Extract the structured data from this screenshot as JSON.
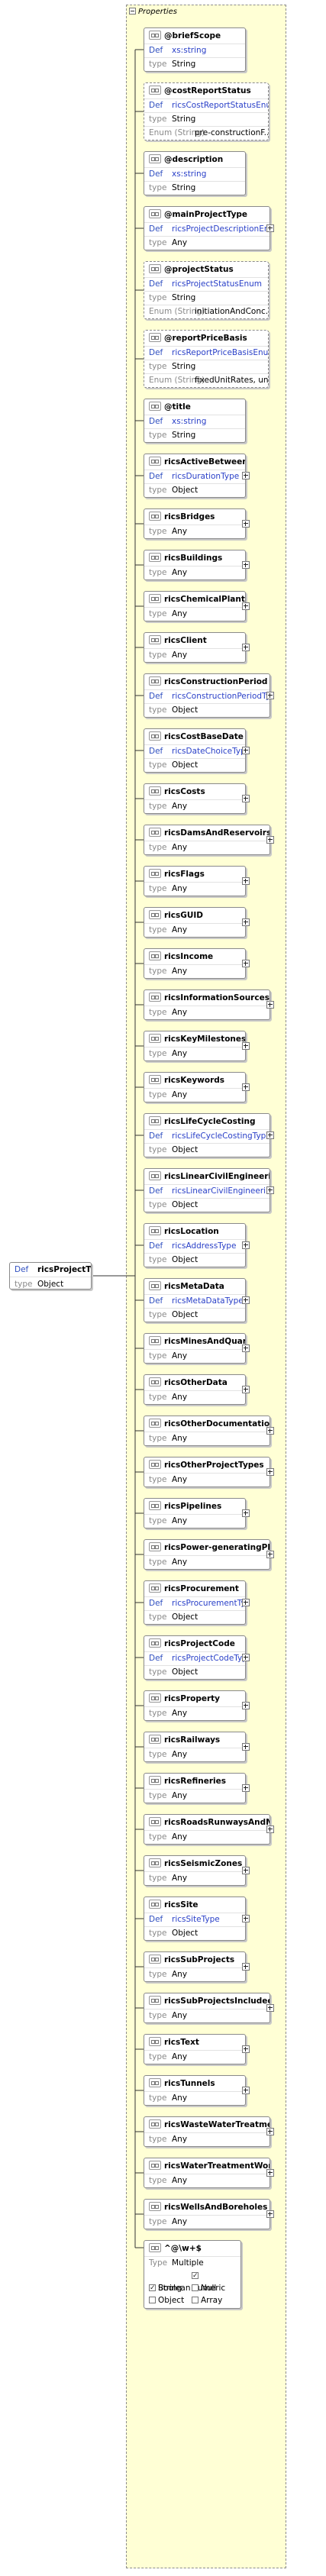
{
  "panel_title": "Properties",
  "root": {
    "def_label": "Def",
    "name": "ricsProjectType",
    "type_label": "type",
    "type_value": "Object"
  },
  "cards": [
    {
      "title": "@briefScope",
      "rows": [
        [
          "Def",
          "xs:string",
          "def"
        ],
        [
          "type",
          "String",
          ""
        ]
      ]
    },
    {
      "title": "@costReportStatus",
      "rows": [
        [
          "Def",
          "ricsCostReportStatusEnum",
          "def"
        ],
        [
          "type",
          "String",
          ""
        ],
        [
          "Enum (String)",
          "pre-constructionF...",
          ""
        ]
      ],
      "dashed": true
    },
    {
      "title": "@description",
      "rows": [
        [
          "Def",
          "xs:string",
          "def"
        ],
        [
          "type",
          "String",
          ""
        ]
      ]
    },
    {
      "title": "@mainProjectType",
      "rows": [
        [
          "Def",
          "ricsProjectDescriptionEnum",
          "def"
        ],
        [
          "type",
          "Any",
          ""
        ]
      ],
      "expand": true
    },
    {
      "title": "@projectStatus",
      "rows": [
        [
          "Def",
          "ricsProjectStatusEnum",
          "def"
        ],
        [
          "type",
          "String",
          ""
        ],
        [
          "Enum (String)",
          "initiationAndConc...",
          ""
        ]
      ],
      "dashed": true
    },
    {
      "title": "@reportPriceBasis",
      "rows": [
        [
          "Def",
          "ricsReportPriceBasisEnum",
          "def"
        ],
        [
          "type",
          "String",
          ""
        ],
        [
          "Enum (String)",
          "fixedUnitRates, uni...",
          ""
        ]
      ],
      "dashed": true
    },
    {
      "title": "@title",
      "rows": [
        [
          "Def",
          "xs:string",
          "def"
        ],
        [
          "type",
          "String",
          ""
        ]
      ]
    },
    {
      "title": "ricsActiveBetween",
      "rows": [
        [
          "Def",
          "ricsDurationType",
          "def"
        ],
        [
          "type",
          "Object",
          ""
        ]
      ],
      "expand": true
    },
    {
      "title": "ricsBridges",
      "rows": [
        [
          "type",
          "Any",
          ""
        ]
      ],
      "expand": true
    },
    {
      "title": "ricsBuildings",
      "rows": [
        [
          "type",
          "Any",
          ""
        ]
      ],
      "expand": true
    },
    {
      "title": "ricsChemicalPlants",
      "rows": [
        [
          "type",
          "Any",
          ""
        ]
      ],
      "expand": true
    },
    {
      "title": "ricsClient",
      "rows": [
        [
          "type",
          "Any",
          ""
        ]
      ],
      "expand": true
    },
    {
      "title": "ricsConstructionPeriod",
      "rows": [
        [
          "Def",
          "ricsConstructionPeriodType",
          "def"
        ],
        [
          "type",
          "Object",
          ""
        ]
      ],
      "expand": true
    },
    {
      "title": "ricsCostBaseDate",
      "rows": [
        [
          "Def",
          "ricsDateChoiceType",
          "def"
        ],
        [
          "type",
          "Object",
          ""
        ]
      ],
      "expand": true
    },
    {
      "title": "ricsCosts",
      "rows": [
        [
          "type",
          "Any",
          ""
        ]
      ],
      "expand": true
    },
    {
      "title": "ricsDamsAndReservoirs",
      "rows": [
        [
          "type",
          "Any",
          ""
        ]
      ],
      "expand": true
    },
    {
      "title": "ricsFlags",
      "rows": [
        [
          "type",
          "Any",
          ""
        ]
      ],
      "expand": true
    },
    {
      "title": "ricsGUID",
      "rows": [
        [
          "type",
          "Any",
          ""
        ]
      ],
      "expand": true
    },
    {
      "title": "ricsIncome",
      "rows": [
        [
          "type",
          "Any",
          ""
        ]
      ],
      "expand": true
    },
    {
      "title": "ricsInformationSources",
      "rows": [
        [
          "type",
          "Any",
          ""
        ]
      ],
      "expand": true
    },
    {
      "title": "ricsKeyMilestones",
      "rows": [
        [
          "type",
          "Any",
          ""
        ]
      ],
      "expand": true
    },
    {
      "title": "ricsKeywords",
      "rows": [
        [
          "type",
          "Any",
          ""
        ]
      ],
      "expand": true
    },
    {
      "title": "ricsLifeCycleCosting",
      "rows": [
        [
          "Def",
          "ricsLifeCycleCostingType",
          "def"
        ],
        [
          "type",
          "Object",
          ""
        ]
      ],
      "expand": true
    },
    {
      "title": "ricsLinearCivilEngineeringW...",
      "rows": [
        [
          "Def",
          "ricsLinearCivilEngineeringW...",
          "def"
        ],
        [
          "type",
          "Object",
          ""
        ]
      ],
      "expand": true
    },
    {
      "title": "ricsLocation",
      "rows": [
        [
          "Def",
          "ricsAddressType",
          "def"
        ],
        [
          "type",
          "Object",
          ""
        ]
      ],
      "expand": true
    },
    {
      "title": "ricsMetaData",
      "rows": [
        [
          "Def",
          "ricsMetaDataType",
          "def"
        ],
        [
          "type",
          "Object",
          ""
        ]
      ],
      "expand": true
    },
    {
      "title": "ricsMinesAndQuarries",
      "rows": [
        [
          "type",
          "Any",
          ""
        ]
      ],
      "expand": true
    },
    {
      "title": "ricsOtherData",
      "rows": [
        [
          "type",
          "Any",
          ""
        ]
      ],
      "expand": true
    },
    {
      "title": "ricsOtherDocumentation",
      "rows": [
        [
          "type",
          "Any",
          ""
        ]
      ],
      "expand": true
    },
    {
      "title": "ricsOtherProjectTypes",
      "rows": [
        [
          "type",
          "Any",
          ""
        ]
      ],
      "expand": true
    },
    {
      "title": "ricsPipelines",
      "rows": [
        [
          "type",
          "Any",
          ""
        ]
      ],
      "expand": true
    },
    {
      "title": "ricsPower-generatingPlants",
      "rows": [
        [
          "type",
          "Any",
          ""
        ]
      ],
      "expand": true
    },
    {
      "title": "ricsProcurement",
      "rows": [
        [
          "Def",
          "ricsProcurementType",
          "def"
        ],
        [
          "type",
          "Object",
          ""
        ]
      ],
      "expand": true
    },
    {
      "title": "ricsProjectCode",
      "rows": [
        [
          "Def",
          "ricsProjectCodeType",
          "def"
        ],
        [
          "type",
          "Object",
          ""
        ]
      ],
      "expand": true
    },
    {
      "title": "ricsProperty",
      "rows": [
        [
          "type",
          "Any",
          ""
        ]
      ],
      "expand": true
    },
    {
      "title": "ricsRailways",
      "rows": [
        [
          "type",
          "Any",
          ""
        ]
      ],
      "expand": true
    },
    {
      "title": "ricsRefineries",
      "rows": [
        [
          "type",
          "Any",
          ""
        ]
      ],
      "expand": true
    },
    {
      "title": "ricsRoadsRunwaysAndMoto...",
      "rows": [
        [
          "type",
          "Any",
          ""
        ]
      ],
      "expand": true
    },
    {
      "title": "ricsSeismicZones",
      "rows": [
        [
          "type",
          "Any",
          ""
        ]
      ],
      "expand": true
    },
    {
      "title": "ricsSite",
      "rows": [
        [
          "Def",
          "ricsSiteType",
          "def"
        ],
        [
          "type",
          "Object",
          ""
        ]
      ],
      "expand": true
    },
    {
      "title": "ricsSubProjects",
      "rows": [
        [
          "type",
          "Any",
          ""
        ]
      ],
      "expand": true
    },
    {
      "title": "ricsSubProjectsIncluded",
      "rows": [
        [
          "type",
          "Any",
          ""
        ]
      ],
      "expand": true
    },
    {
      "title": "ricsText",
      "rows": [
        [
          "type",
          "Any",
          ""
        ]
      ],
      "expand": true
    },
    {
      "title": "ricsTunnels",
      "rows": [
        [
          "type",
          "Any",
          ""
        ]
      ],
      "expand": true
    },
    {
      "title": "ricsWasteWaterTreatmentW...",
      "rows": [
        [
          "type",
          "Any",
          ""
        ]
      ],
      "expand": true
    },
    {
      "title": "ricsWaterTreatmentWorks",
      "rows": [
        [
          "type",
          "Any",
          ""
        ]
      ],
      "expand": true
    },
    {
      "title": "ricsWellsAndBoreholes",
      "rows": [
        [
          "type",
          "Any",
          ""
        ]
      ],
      "expand": true
    }
  ],
  "pattern": {
    "title": "^@\\w+$",
    "type_label": "Type",
    "type_value": "Multiple",
    "checks": [
      {
        "label": "String",
        "on": true
      },
      {
        "label": "Numeric",
        "on": true
      },
      {
        "label": "Boolean",
        "on": true
      },
      {
        "label": "Null",
        "on": false
      },
      {
        "label": "Object",
        "on": false
      },
      {
        "label": "Array",
        "on": false
      }
    ]
  }
}
